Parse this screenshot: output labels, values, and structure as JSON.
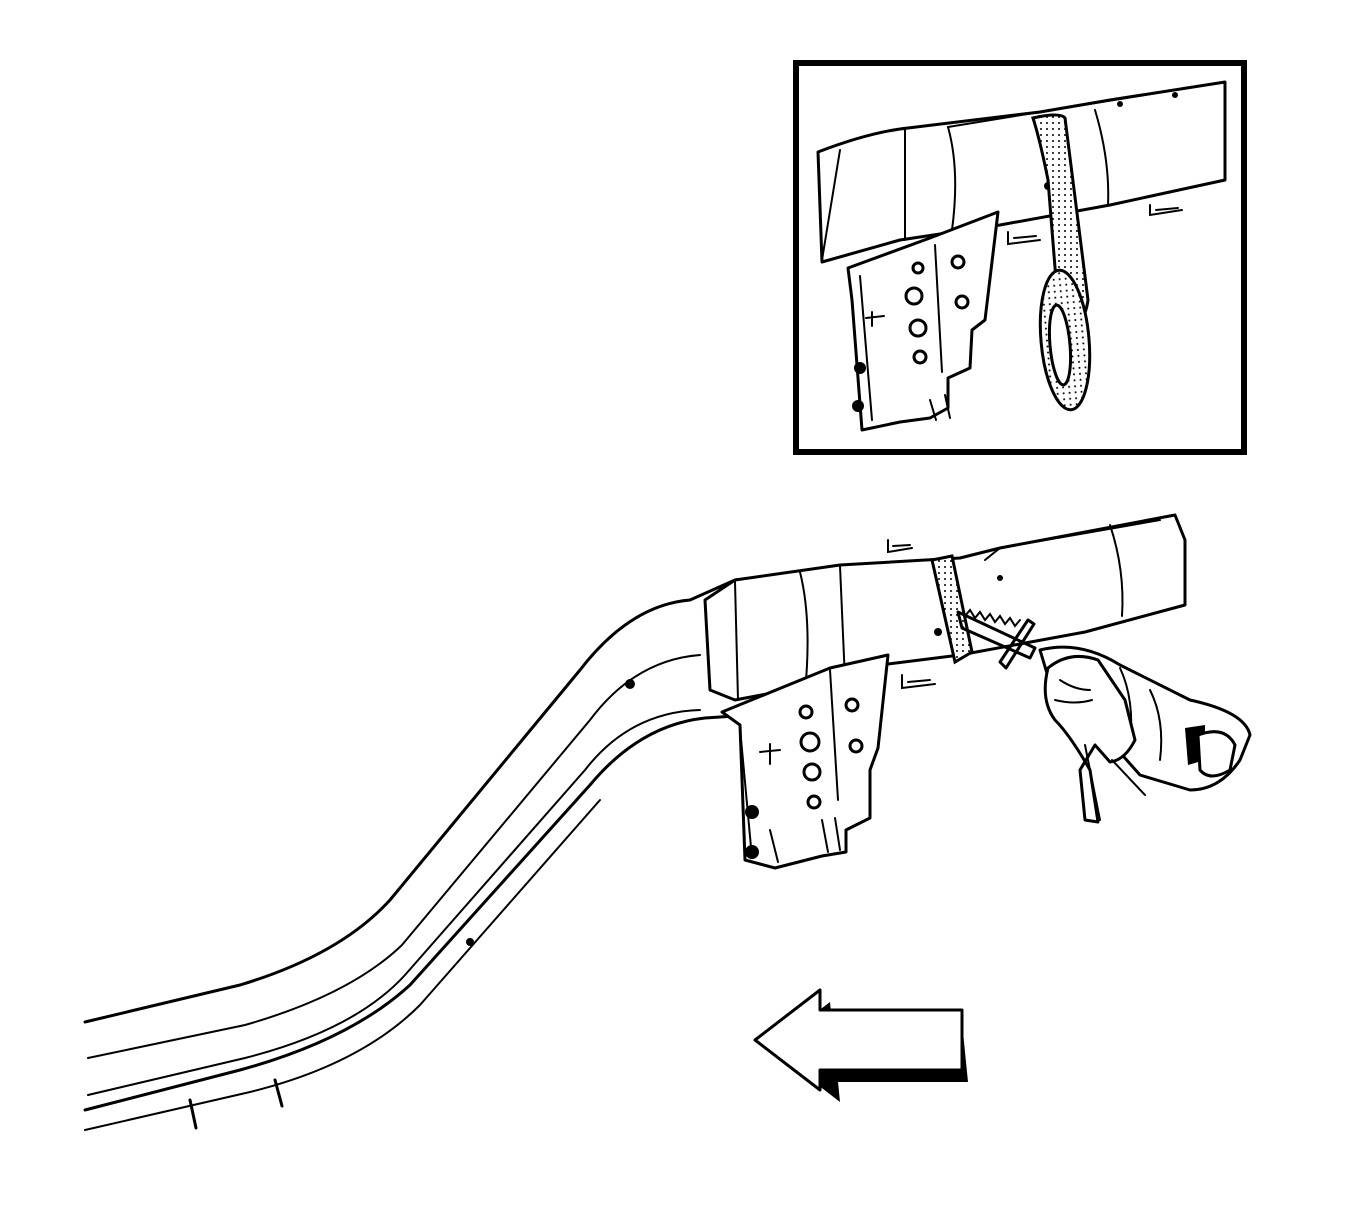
{
  "figure": {
    "type": "service-procedure-illustration",
    "views": [
      "main-view",
      "detail-inset"
    ],
    "icons": [
      "frame-rail",
      "bracket-assembly",
      "masking-tape-band",
      "tape-roll",
      "reciprocating-saw",
      "gloved-hand",
      "direction-arrow"
    ],
    "arrow_direction": "left",
    "colors": {
      "ink": "#000000",
      "paper": "#ffffff",
      "tape_dots": "#000000"
    }
  }
}
